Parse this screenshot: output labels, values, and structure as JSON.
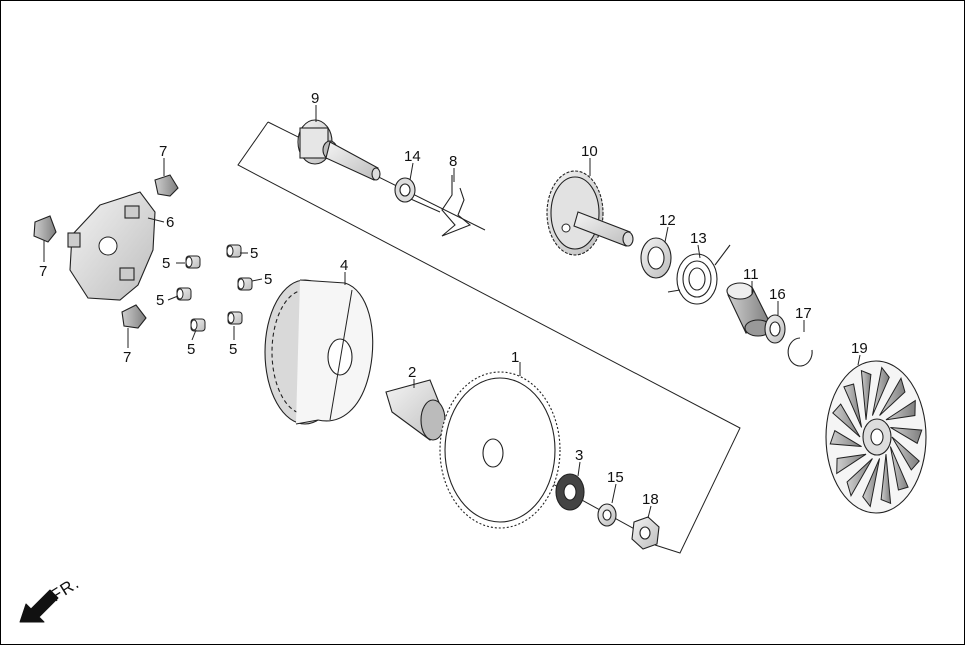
{
  "diagram": {
    "direction_label": "FR.",
    "callouts": [
      "1",
      "2",
      "3",
      "4",
      "5",
      "5",
      "5",
      "5",
      "5",
      "5",
      "6",
      "7",
      "7",
      "7",
      "8",
      "9",
      "10",
      "11",
      "12",
      "13",
      "14",
      "15",
      "16",
      "17",
      "18",
      "19"
    ]
  },
  "colors": {
    "line": "#222222",
    "part_fill": "#ffffff",
    "part_shade": "#d8d8d8",
    "part_dark": "#9a9a9a"
  },
  "icons": {
    "direction": "arrow-down-left-icon"
  }
}
